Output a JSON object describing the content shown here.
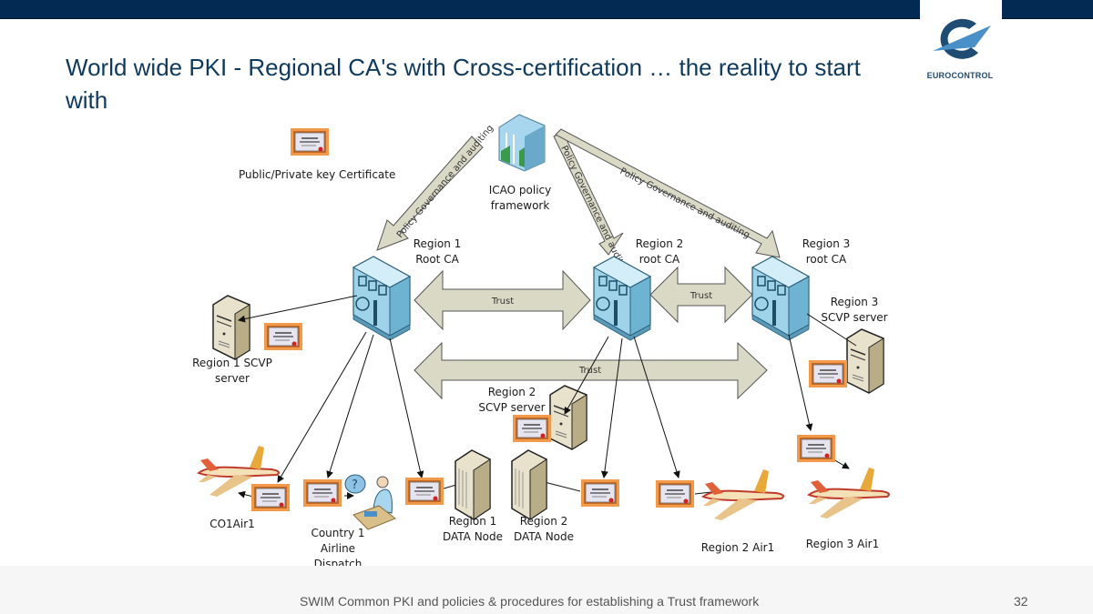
{
  "slide": {
    "title": "World wide PKI - Regional CA's with Cross-certification … the reality to start with",
    "footer": "SWIM Common PKI and policies & procedures for establishing a Trust framework",
    "page_number": "32",
    "logo_text": "EUROCONTROL",
    "colors": {
      "header_bar": "#032a52",
      "title": "#0e3a5e",
      "arrow_fill": "#d9d9c6",
      "cert_border": "#e98a3a"
    }
  },
  "diagram": {
    "legend_label": "Public/Private key Certificate",
    "icao": [
      "ICAO policy",
      "framework"
    ],
    "policy_arrow_label": "Policy Governance and auditing",
    "trust_label": "Trust",
    "region1_ca": [
      "Region 1",
      "Root CA"
    ],
    "region2_ca": [
      "Region 2",
      "root CA"
    ],
    "region3_ca": [
      "Region 3",
      "root CA"
    ],
    "region1_scvp": [
      "Region 1 SCVP",
      "server"
    ],
    "region2_scvp": [
      "Region 2",
      "SCVP server"
    ],
    "region3_scvp": [
      "Region 3",
      "SCVP server"
    ],
    "co1air1": "CO1Air1",
    "dispatch": [
      "Country 1",
      "Airline",
      "Dispatch"
    ],
    "region1_data": [
      "Region 1",
      "DATA Node"
    ],
    "region2_data": [
      "Region 2",
      "DATA Node"
    ],
    "region2_air": "Region 2 Air1",
    "region3_air": "Region 3 Air1"
  }
}
